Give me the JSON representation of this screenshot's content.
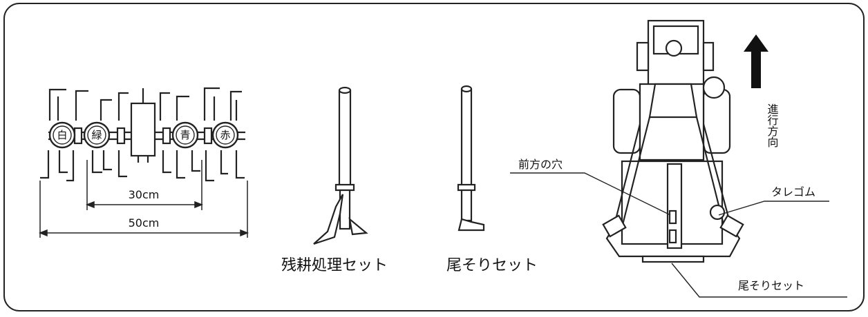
{
  "cultivator": {
    "wheel_labels": [
      "白",
      "緑",
      "青",
      "赤"
    ],
    "dim_inner": "30cm",
    "dim_outer": "50cm"
  },
  "captions": {
    "residue_set": "残耕処理セット",
    "tail_set": "尾そりセット"
  },
  "machine": {
    "direction": "進行方向",
    "front_hole": "前方の穴",
    "tare_gum": "タレゴム",
    "tail_set": "尾そりセット"
  }
}
